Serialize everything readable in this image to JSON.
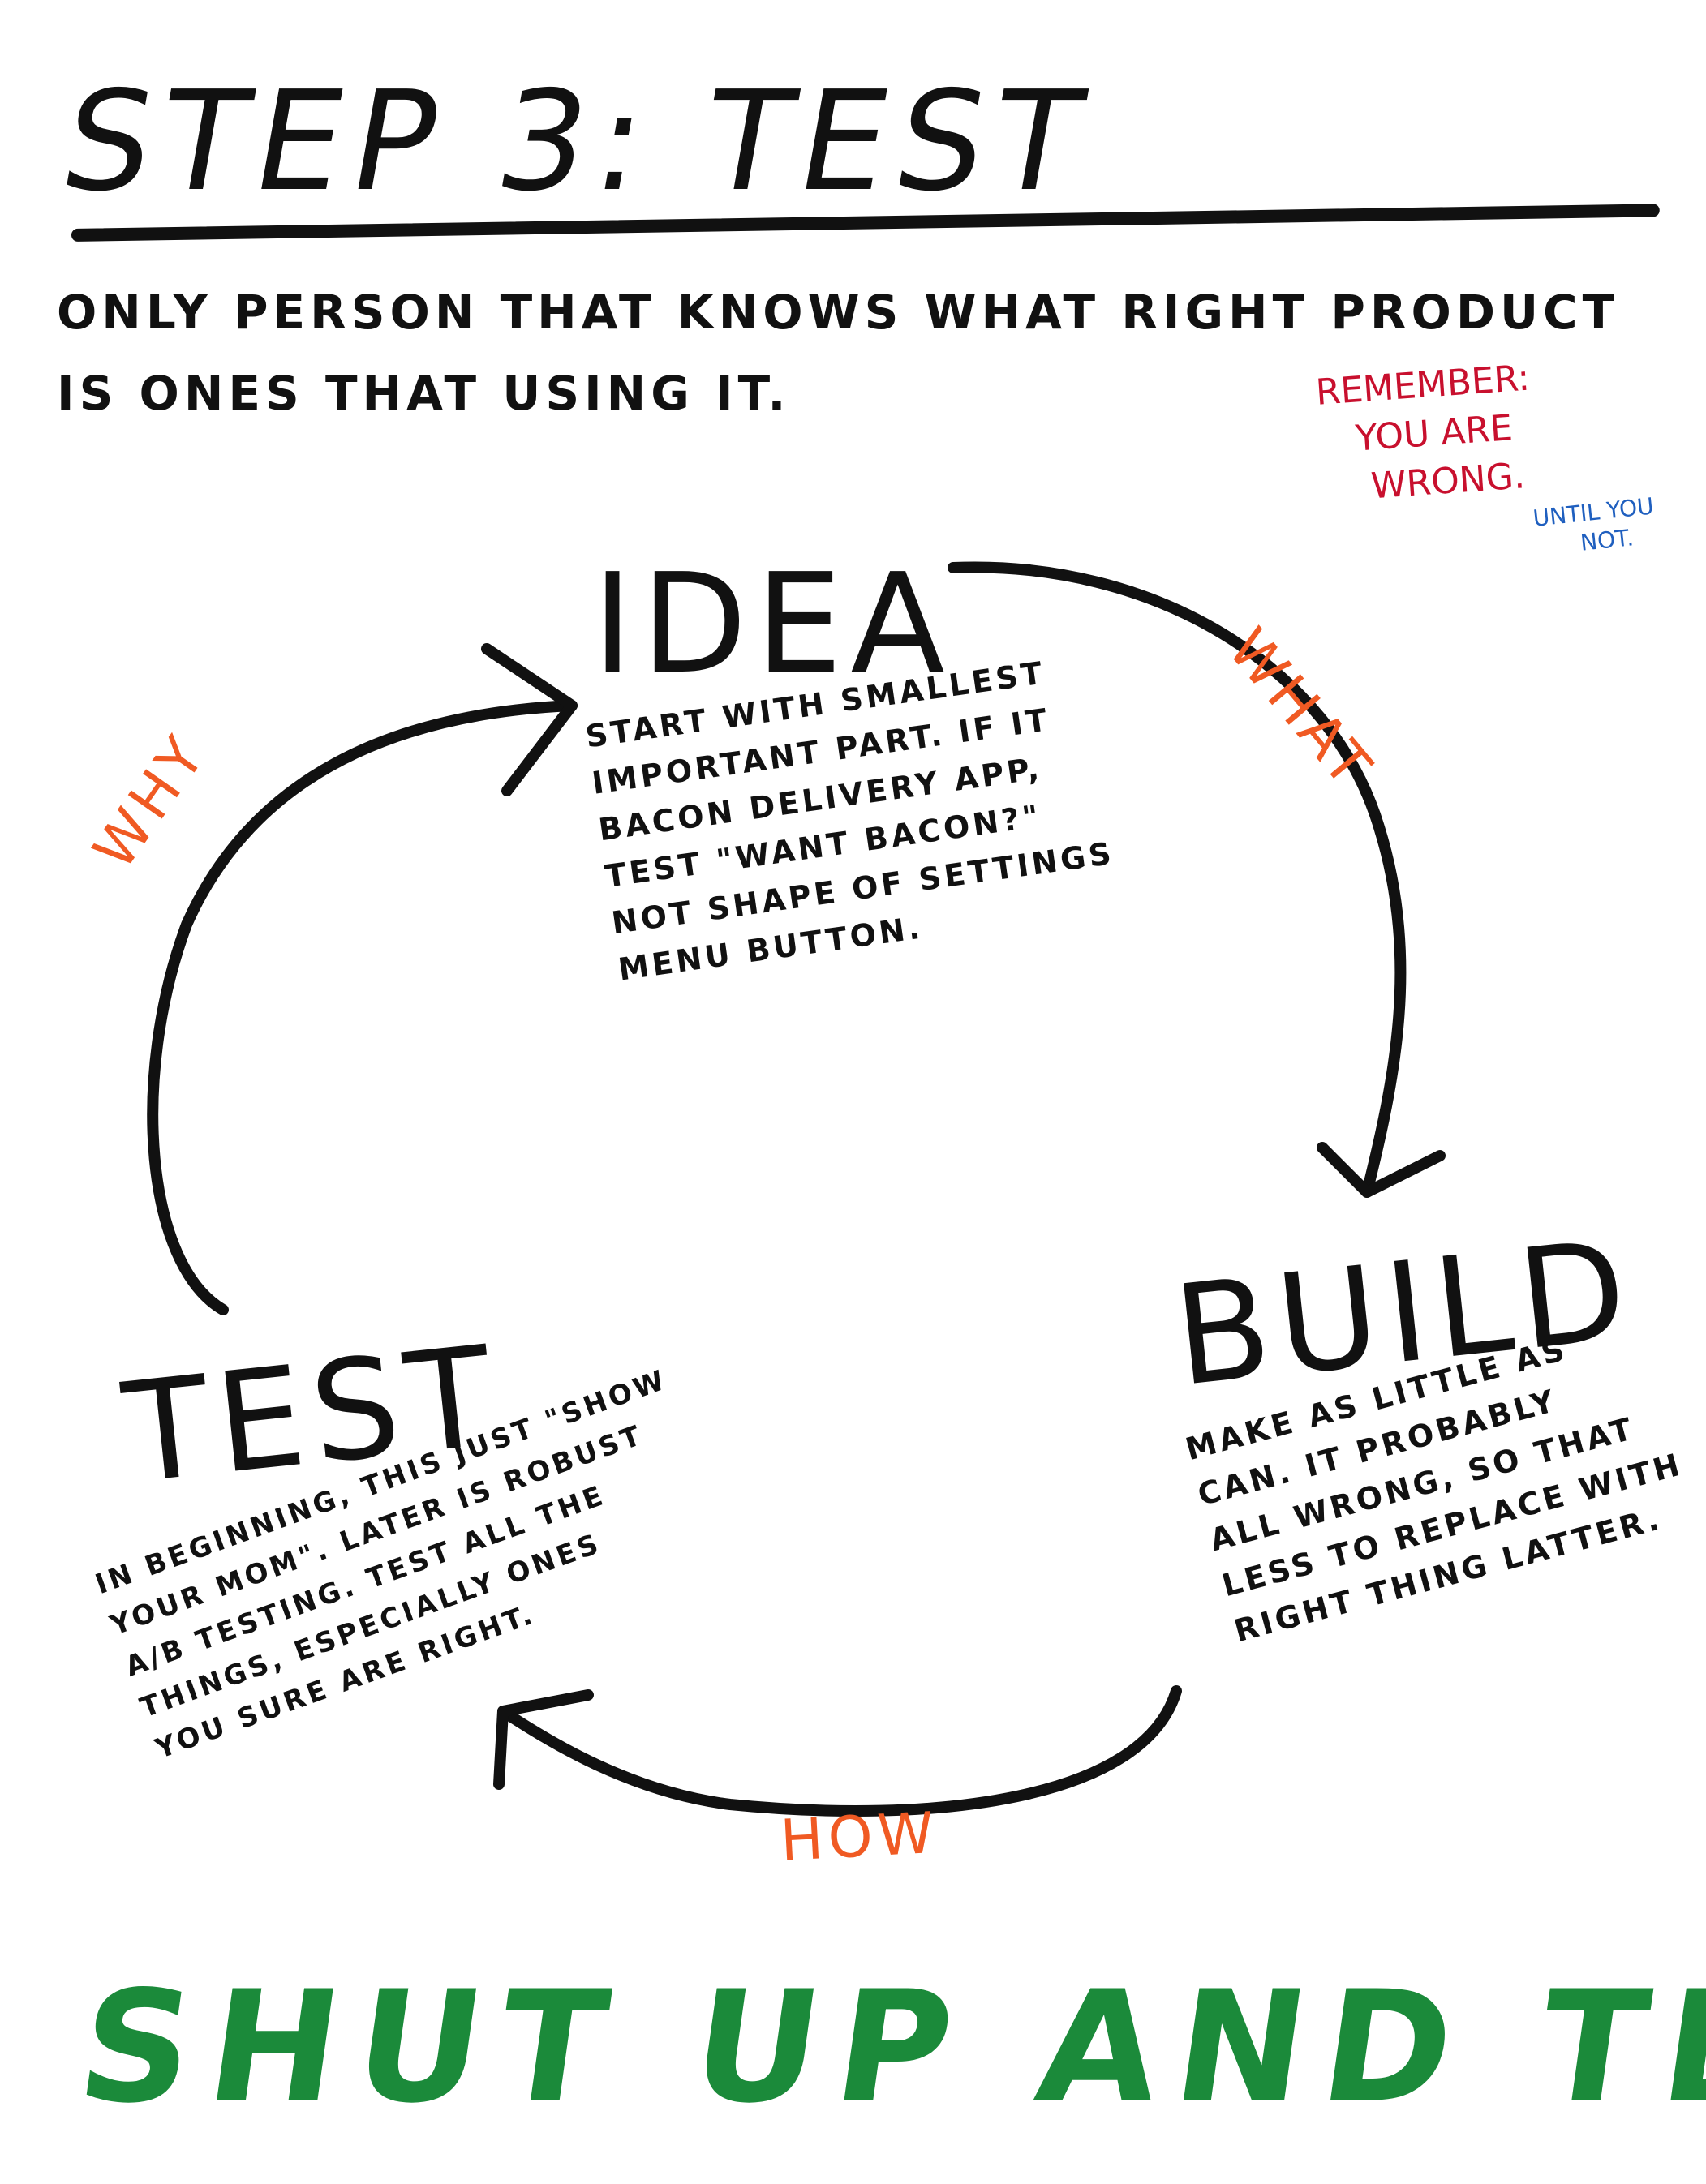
{
  "title": "STEP 3: TEST",
  "intro": {
    "line1": "ONLY PERSON THAT KNOWS WHAT RIGHT PRODUCT",
    "line2": "IS ONES THAT USING IT."
  },
  "reminder": {
    "line1": "REMEMBER:",
    "line2": "YOU ARE",
    "line3": "WRONG."
  },
  "reminder_aside": {
    "line1": "UNTIL YOU",
    "line2": "NOT."
  },
  "nodes": {
    "idea": {
      "title": "IDEA",
      "note": [
        "START WITH SMALLEST",
        "IMPORTANT PART. IF IT",
        "BACON DELIVERY APP,",
        "TEST \"WANT BACON?\"",
        "NOT SHAPE OF SETTINGS",
        "MENU BUTTON."
      ]
    },
    "build": {
      "title": "BUILD",
      "note": [
        "MAKE AS LITTLE AS",
        "CAN. IT PROBABLY",
        "ALL WRONG, SO THAT",
        "LESS TO REPLACE WITH",
        "RIGHT THING LATTER."
      ]
    },
    "test": {
      "title": "TEST",
      "note": [
        "IN BEGINNING, THIS JUST \"SHOW",
        "YOUR MOM\". LATER IS ROBUST",
        "A/B TESTING. TEST ALL THE",
        "THINGS, ESPECIALLY ONES",
        "YOU SURE ARE RIGHT."
      ]
    }
  },
  "edges": {
    "what": "WHAT",
    "how": "HOW",
    "why": "WHY"
  },
  "footer": "SHUT UP AND TEST.",
  "colors": {
    "ink": "#111111",
    "edge_label": "#f05a23",
    "reminder": "#c8102e",
    "aside": "#1f5fbf",
    "footer": "#1b8a3a"
  }
}
